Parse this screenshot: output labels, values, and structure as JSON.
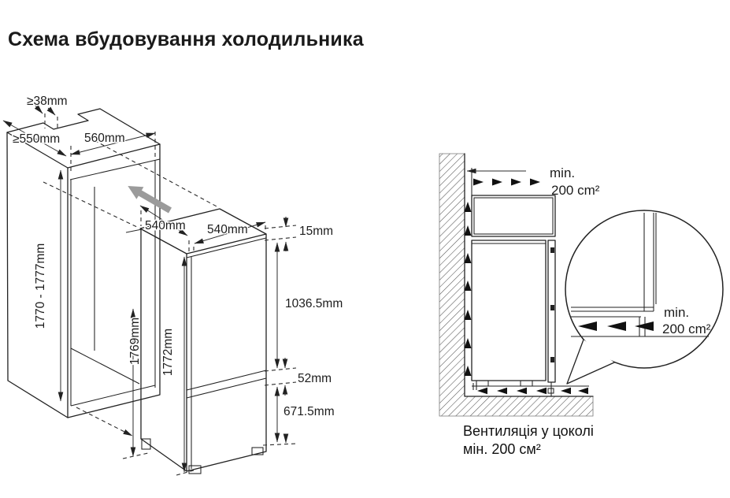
{
  "title": "Схема вбудовування холодильника",
  "niche_diagram": {
    "dims": {
      "top_clearance": "≥38mm",
      "min_depth": "≥550mm",
      "niche_width": "560mm",
      "fridge_depth": "540mm",
      "fridge_width": "540mm",
      "top_gap": "15mm",
      "niche_height": "1770 - 1777mm",
      "inner_height": "1769mm",
      "fridge_height": "1772mm",
      "upper_door_height": "1036.5mm",
      "door_gap": "52mm",
      "lower_door_height": "671.5mm"
    }
  },
  "ventilation_diagram": {
    "top_vent": {
      "line1": "min.",
      "line2": "200 cm²"
    },
    "detail_vent": {
      "line1": "min.",
      "line2": "200 cm²"
    },
    "caption": {
      "line1": "Вентиляція у цоколі",
      "line2": "мін. 200 см²"
    }
  }
}
